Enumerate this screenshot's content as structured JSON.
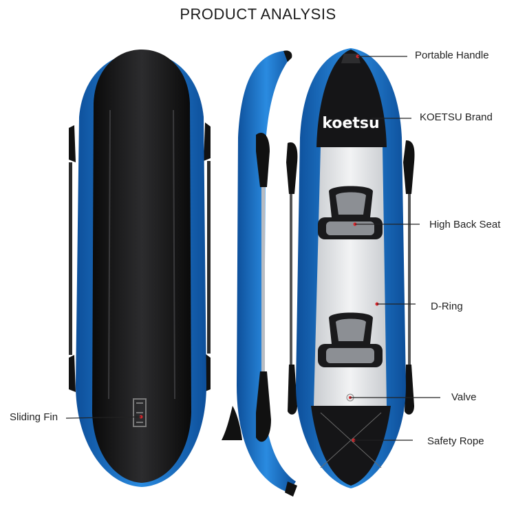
{
  "title": "PRODUCT ANALYSIS",
  "brand_logo": "koetsu",
  "labels": {
    "portable_handle": "Portable Handle",
    "koetsu_brand": "KOETSU Brand",
    "high_back_seat": "High Back Seat",
    "d_ring": "D-Ring",
    "valve": "Valve",
    "safety_rope": "Safety Rope",
    "sliding_fin": "Sliding Fin"
  },
  "colors": {
    "hull_blue": "#1f7fd6",
    "hull_dark": "#1a1a1a",
    "floor": "#e4e6e8",
    "marker": "#d6262c"
  }
}
